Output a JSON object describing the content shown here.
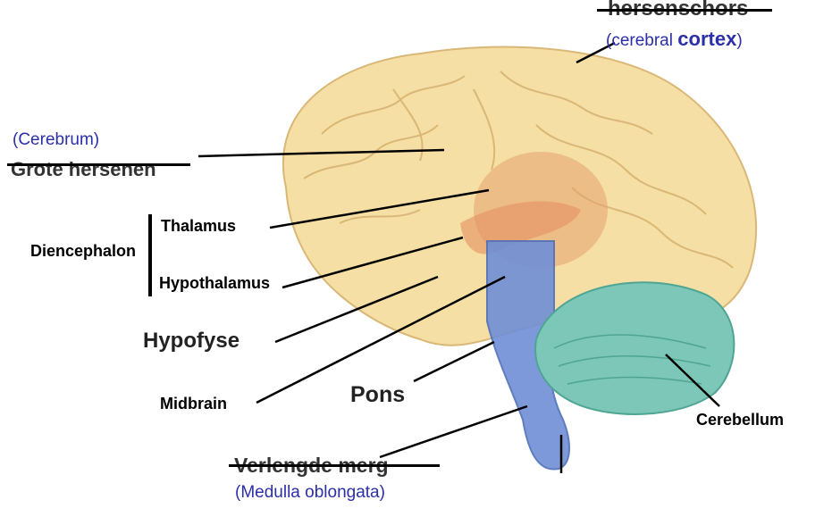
{
  "labels": {
    "cortex_dutch": "hersenschors",
    "cortex_prefix": "(cerebral",
    "cortex_main": "cortex",
    "cortex_suffix": ")",
    "cerebrum": "(Cerebrum)",
    "cerebrum_dutch": "Grote hersenen",
    "thalamus": "Thalamus",
    "diencephalon": "Diencephalon",
    "hypothalamus": "Hypothalamus",
    "hypofyse": "Hypofyse",
    "midbrain": "Midbrain",
    "pons": "Pons",
    "cerebellum": "Cerebellum",
    "medulla_dutch": "Verlengde merg",
    "medulla": "(Medulla oblongata)"
  },
  "colors": {
    "label_blue": "#2b2fa8",
    "brain_fill": "#f6dfa4",
    "cerebellum": "#7cc7b7",
    "brainstem": "#6f8fd6",
    "diencephalon": "#e6a070"
  }
}
